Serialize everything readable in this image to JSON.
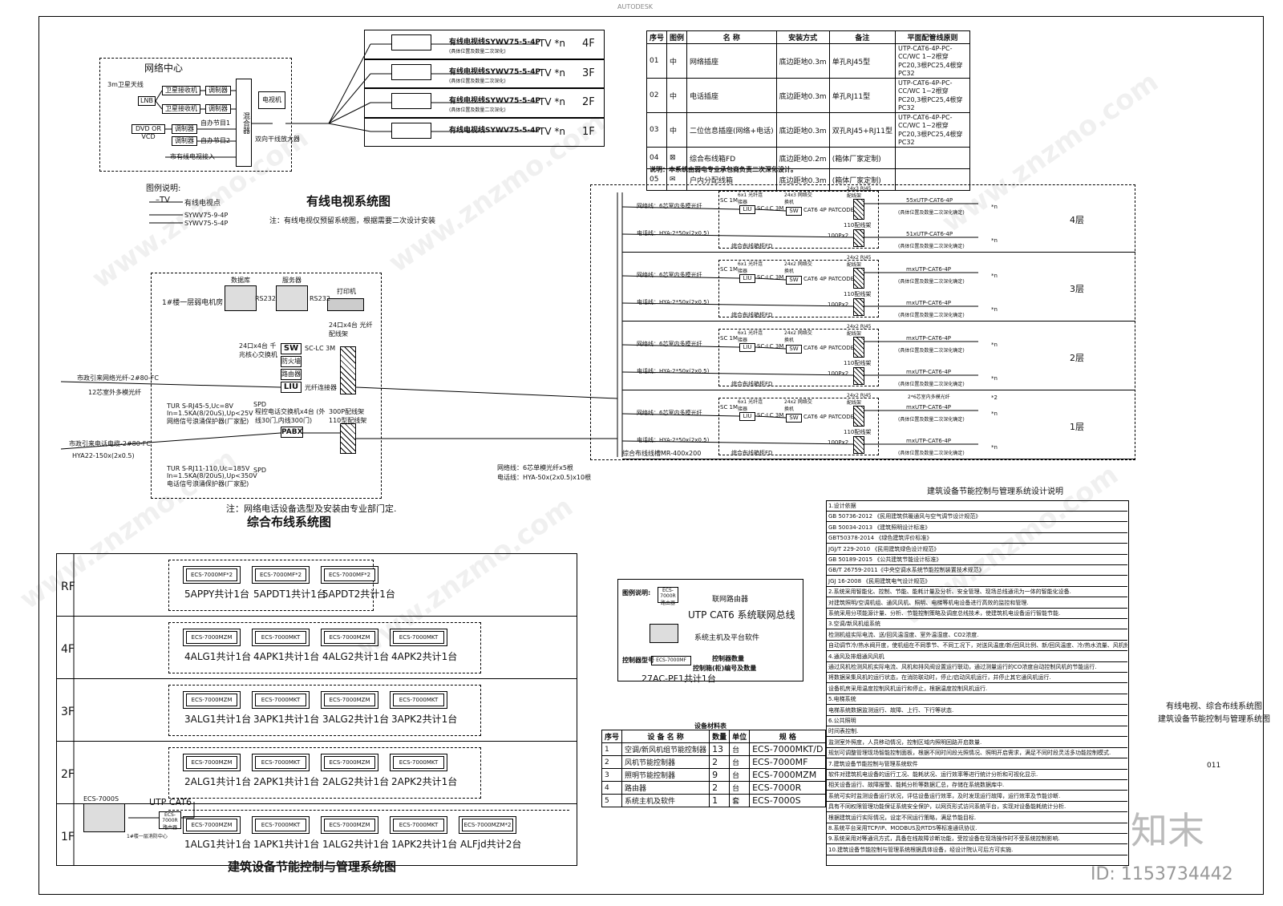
{
  "top_mark": "AUTODESK",
  "watermark": "www.znzmo.com",
  "brand_text": "知末",
  "id_text": "ID: 1153734442",
  "catv": {
    "title": "有线电视系统图",
    "network_center": "网络中心",
    "satellite": "3m卫星天线",
    "lnb": "LNB",
    "receiver": "卫星接收机",
    "modulator": "调制器",
    "dvd": "DVD OR VCD",
    "self_prog1": "自办节目1",
    "self_prog2": "自办节目2",
    "city_catv": "市有线电视接入",
    "mixer": "混合器",
    "tv_set": "电视机",
    "amplifier": "双向干线放大器",
    "legend_title": "图例说明:",
    "legend_tv": "有线电视点",
    "legend_cable1": "SYWV75-9-4P",
    "legend_cable2": "SYWV75-5-4P",
    "note": "注：有线电视仅预留系统图，根据需要二次设计安装",
    "floors": [
      {
        "floor": "4F",
        "cable": "有线电视线SYWV75-5-4P",
        "sub": "(具体位置及数量二次深化)",
        "tv": "TV *n"
      },
      {
        "floor": "3F",
        "cable": "有线电视线SYWV75-5-4P",
        "sub": "(具体位置及数量二次深化)",
        "tv": "TV *n"
      },
      {
        "floor": "2F",
        "cable": "有线电视线SYWV75-5-4P",
        "sub": "(具体位置及数量二次深化)",
        "tv": "TV *n"
      },
      {
        "floor": "1F",
        "cable": "有线电视线SYWV75-5-4P",
        "sub": "",
        "tv": "TV *n"
      }
    ]
  },
  "legend_table": {
    "headers": [
      "序号",
      "图例",
      "名 称",
      "安装方式",
      "备注",
      "平面配管线原则"
    ],
    "rows": [
      [
        "01",
        "中",
        "网络插座",
        "底边距地0.3m",
        "单孔RJ45型",
        "UTP-CAT6-4P-PC-CC/WC 1~2根穿PC20,3根PC25,4根穿PC32"
      ],
      [
        "02",
        "中",
        "电话插座",
        "底边距地0.3m",
        "单孔RJ11型",
        "UTP-CAT6-4P-PC-CC/WC 1~2根穿PC20,3根PC25,4根穿PC32"
      ],
      [
        "03",
        "中",
        "二位信息插座(网络+电话)",
        "底边距地0.3m",
        "双孔RJ45+RJ11型",
        "UTP-CAT6-4P-PC-CC/WC 1~2根穿PC20,3根PC25,4根穿PC32"
      ],
      [
        "04",
        "⊠",
        "综合布线箱FD",
        "底边距地0.2m",
        "(箱体厂家定制)",
        ""
      ],
      [
        "05",
        "✉",
        "户内分配线箱",
        "底边距地0.3m",
        "(箱体厂家定制)",
        ""
      ]
    ],
    "note": "说明：本系统由弱电专业承包商负责二次深化设计。"
  },
  "cabling": {
    "title": "综合布线系统图",
    "room": "1#楼一层弱电机房",
    "database": "数据库",
    "server": "服务器",
    "printer": "打印机",
    "rs232a": "RS232",
    "rs232b": "RS232",
    "core_sw": "24口x4台 千兆核心交换机",
    "sw": "SW",
    "firewall": "防火墙",
    "router": "路由器",
    "liu": "LIU",
    "fiber_conn": "光纤连接器",
    "sc_lc": "SC-LC 3M",
    "patch": "24口x4台 光纤配线架",
    "voice_board": "程控电话交换机x4台 (外线30门,内线300门)",
    "pabx": "PABX",
    "spd": "SPD",
    "spd2": "SPD",
    "volt1": "TUR S-RJ45-5,Uc=8V In=1.5KA(8/20uS),Up<25V 网络信号浪涌保护器(厂家配)",
    "volt2": "TUR S-RJ11-110,Uc=185V In=1.5KA(8/20uS),Up<350V 电话信号浪涌保护器(厂家配)",
    "incoming_net": "市政引来网络光纤-2#80-FC",
    "incoming_net2": "12芯室外多模光纤",
    "incoming_tel": "市政引来电话电缆-2#80-FC",
    "incoming_tel2": "HYA22-150x(2x0.5)",
    "frame300": "300P配线架 110型配线架",
    "trunk1": "网络线：6芯单模光纤x5根",
    "trunk2": "电话线：HYA-50x(2x0.5)x10根",
    "note": "注：网络电话设备选型及安装由专业部门定.",
    "bus": "综合布线线槽MR-400x200",
    "floors": [
      {
        "floor": "4层",
        "fiber": "6x1 光纤连接器",
        "sw": "24x3 网络交换机",
        "rj": "24x3 RJ45配线架",
        "net": "网络线：6芯室内多模光纤",
        "tel": "电话线：HYA-2*50x(2x0.5)",
        "fd": "综合布线箱柜FD",
        "line1": "55xUTP-CAT6-4P",
        "line2": "51xUTP-CAT6-4P",
        "sub": "(具体位置及数量二次深化确定)"
      },
      {
        "floor": "3层",
        "fiber": "6x1 光纤连接器",
        "sw": "24x2 网络交换机",
        "rj": "24x2 RJ45配线架",
        "net": "网络线：6芯室内多模光纤",
        "tel": "电话线：HYA-2*50x(2x0.5)",
        "fd": "综合布线箱柜FD",
        "line1": "mxUTP-CAT6-4P",
        "line2": "mxUTP-CAT6-4P",
        "sub": "(具体位置及数量二次深化确定)"
      },
      {
        "floor": "2层",
        "fiber": "6x1 光纤连接器",
        "sw": "24x2 网络交换机",
        "rj": "24x2 RJ45配线架",
        "net": "网络线：6芯室内多模光纤",
        "tel": "电话线：HYA-2*50x(2x0.5)",
        "fd": "综合布线箱柜FD",
        "line1": "mxUTP-CAT6-4P",
        "line2": "mxUTP-CAT6-4P",
        "sub": "(具体位置及数量二次深化确定)"
      },
      {
        "floor": "1层",
        "fiber": "6x1 光纤连接器",
        "sw": "24x2 网络交换机",
        "rj": "24x2 RJ45配线架",
        "net": "网络线：6芯室内多模光纤",
        "tel": "电话线：HYA-2*50x(2x0.5)",
        "fd": "综合布线箱柜FD",
        "line1": "mxUTP-CAT6-4P",
        "line2": "mxUTP-CAT6-4P",
        "sub": "(具体位置及数量二次深化确定)"
      }
    ],
    "common": {
      "sc": "SC 1M",
      "liu": "LIU",
      "sclc": "SC-LC 3M",
      "swb": "SW",
      "cat6": "CAT6 4P PATCODE",
      "p110": "110配线架",
      "p100": "100Px2",
      "fiber2": "2*6芯室内多模光纤",
      "x2": "*2",
      "n": "*n"
    }
  },
  "bms": {
    "title": "建筑设备节能控制与管理系统图",
    "utp": "UTP CAT6",
    "router_label": "ECS-7000R 路由器",
    "pc_label": "ECS-7000S",
    "pc_sub": "1#楼一层消防中心",
    "floors": [
      {
        "floor": "RF",
        "items": [
          {
            "box": "ECS-7000MF*2",
            "label": "5APPY共计1台"
          },
          {
            "box": "ECS-7000MF*2",
            "label": "5APDT1共计1台"
          },
          {
            "box": "ECS-7000MF*2",
            "label": "5APDT2共计1台"
          }
        ]
      },
      {
        "floor": "4F",
        "items": [
          {
            "box": "ECS-7000MZM",
            "label": "4ALG1共计1台"
          },
          {
            "box": "ECS-7000MKT",
            "label": "4APK1共计1台"
          },
          {
            "box": "ECS-7000MZM",
            "label": "4ALG2共计1台"
          },
          {
            "box": "ECS-7000MKT",
            "label": "4APK2共计1台"
          }
        ]
      },
      {
        "floor": "3F",
        "items": [
          {
            "box": "ECS-7000MZM",
            "label": "3ALG1共计1台"
          },
          {
            "box": "ECS-7000MKT",
            "label": "3APK1共计1台"
          },
          {
            "box": "ECS-7000MZM",
            "label": "3ALG2共计1台"
          },
          {
            "box": "ECS-7000MKT",
            "label": "3APK2共计1台"
          }
        ]
      },
      {
        "floor": "2F",
        "items": [
          {
            "box": "ECS-7000MZM",
            "label": "2ALG1共计1台"
          },
          {
            "box": "ECS-7000MKT",
            "label": "2APK1共计1台"
          },
          {
            "box": "ECS-7000MZM",
            "label": "2ALG2共计1台"
          },
          {
            "box": "ECS-7000MKT",
            "label": "2APK2共计1台"
          }
        ]
      },
      {
        "floor": "1F",
        "items": [
          {
            "box": "ECS-7000MZM",
            "label": "1ALG1共计1台"
          },
          {
            "box": "ECS-7000MKT",
            "label": "1APK1共计1台"
          },
          {
            "box": "ECS-7000MZM",
            "label": "1ALG2共计1台"
          },
          {
            "box": "ECS-7000MKT",
            "label": "1APK2共计1台"
          },
          {
            "box": "ECS-7000MZM*2",
            "label": "ALFjd共计2台"
          }
        ]
      }
    ],
    "legend": {
      "title": "图例说明:",
      "router": "联网路由器",
      "router_box": "ECS-7000R 路由器",
      "bus": "UTP CAT6 系统联网总线",
      "pc": "系统主机及平台软件",
      "ctrl_type": "控制器型号",
      "ctrl_box": "ECS-7000MF",
      "ctrl_count": "控制器数量",
      "ctrl_id": "控制箱(柜)编号及数量",
      "example": "27AC-PF1共计1台"
    }
  },
  "materials": {
    "title": "设备材料表",
    "headers": [
      "序号",
      "设 备 名 称",
      "数量",
      "单位",
      "规 格"
    ],
    "rows": [
      [
        "1",
        "空调/新风机组节能控制器",
        "13",
        "台",
        "ECS-7000MKT/D"
      ],
      [
        "2",
        "风机节能控制器",
        "2",
        "台",
        "ECS-7000MF"
      ],
      [
        "3",
        "照明节能控制器",
        "9",
        "台",
        "ECS-7000MZM"
      ],
      [
        "4",
        "路由器",
        "2",
        "台",
        "ECS-7000R"
      ],
      [
        "5",
        "系统主机及软件",
        "1",
        "套",
        "ECS-7000S"
      ]
    ]
  },
  "notes": {
    "title": "建筑设备节能控制与管理系统设计说明",
    "lines": [
      "1.设计依据",
      "GB 50736-2012 《民用建筑供暖通风与空气调节设计规范》",
      "GB 50034-2013 《建筑照明设计标准》",
      "GBT50378-2014 《绿色建筑评价标准》",
      "JGJ/T 229-2010 《民用建筑绿色设计规范》",
      "GB 50189-2015 《公共建筑节能设计标准》",
      "GB/T 26759-2011《中央空调水系统节能控制装置技术规范》",
      "JGJ 16-2008 《民用建筑电气设计规范》",
      "2.系统采用智能化、控制、节能、能耗计量及分析、安全管理、现场总线通讯为一体的智能化设备.",
      "对建筑照明/空调机组、通风风机、照明、电梯等机电设备进行高效的监控和管理.",
      "系统采用分项能源计量、分析、节能控制策略及调度总线技术，使建筑机电设备运行智能节能.",
      "3.空调/新风机组系统",
      "检测机组实际电流、送/回风温湿度、室外温湿度、CO2浓度.",
      "自动调节冷/热水阀开度，使机组在不同季节、不同工况下，对送风温度/新/回风比例、新/回风温度、冷/热水流量、风机频率实施精准控制.",
      "4.通风及排烟通风风机",
      "通过风机检测风机实际电流、风机和排风阀设置运行联动，通过测量运行的CO浓度自动控制风机的节能运行.",
      "将数据采集风机的运行状态，在消防联动时，停止/启动风机运行，并停止其它通风机运行.",
      "设备机房采用温度控制风机运行和停止，根据温度控制风机运行.",
      "5.电梯系统",
      "电梯系统数据监测运行、故障、上行、下行等状态.",
      "6.公共照明",
      "时间表控制.",
      "监测室外照度，人员移动情况，控制区域内照明回路开启数量.",
      "规划可调整管理现场智能控制面板，根据不同时间段光照情况、照明开启需求，满足不同时段灵活多功能控制模式.",
      "7.建筑设备节能控制与管理系统软件",
      "软件对建筑机电设备的运行工况、能耗状况、运行效率等进行统计分析和可视化显示.",
      "相关设备运行、故障报警、能耗分析等数据汇总，存储在系统数据库中.",
      "系统可实时监测设备运行状况，评估设备运行效率，及时发现运行故障，运行效率及节能诊断.",
      "具有不同权限管理功能保证系统安全保护，以网页形式访问系统平台，实现对设备能耗统计分析.",
      "根据建筑运行实际情况，设定不同运行策略，满足节能目标.",
      "8.系统平台采用TCP/IP、MODBUS及RTDS等标准通讯协议.",
      "9.系统采用对等通讯方式，具备在线故障诊断功能，受控设备在现场操作时不受系统控制影响.",
      "10.建筑设备节能控制与管理系统根据具体设备，经设计院认可后方可实施."
    ]
  },
  "sheet_title": {
    "line1": "有线电视、综合布线系统图",
    "line2": "建筑设备节能控制与管理系统图",
    "number": "011"
  }
}
